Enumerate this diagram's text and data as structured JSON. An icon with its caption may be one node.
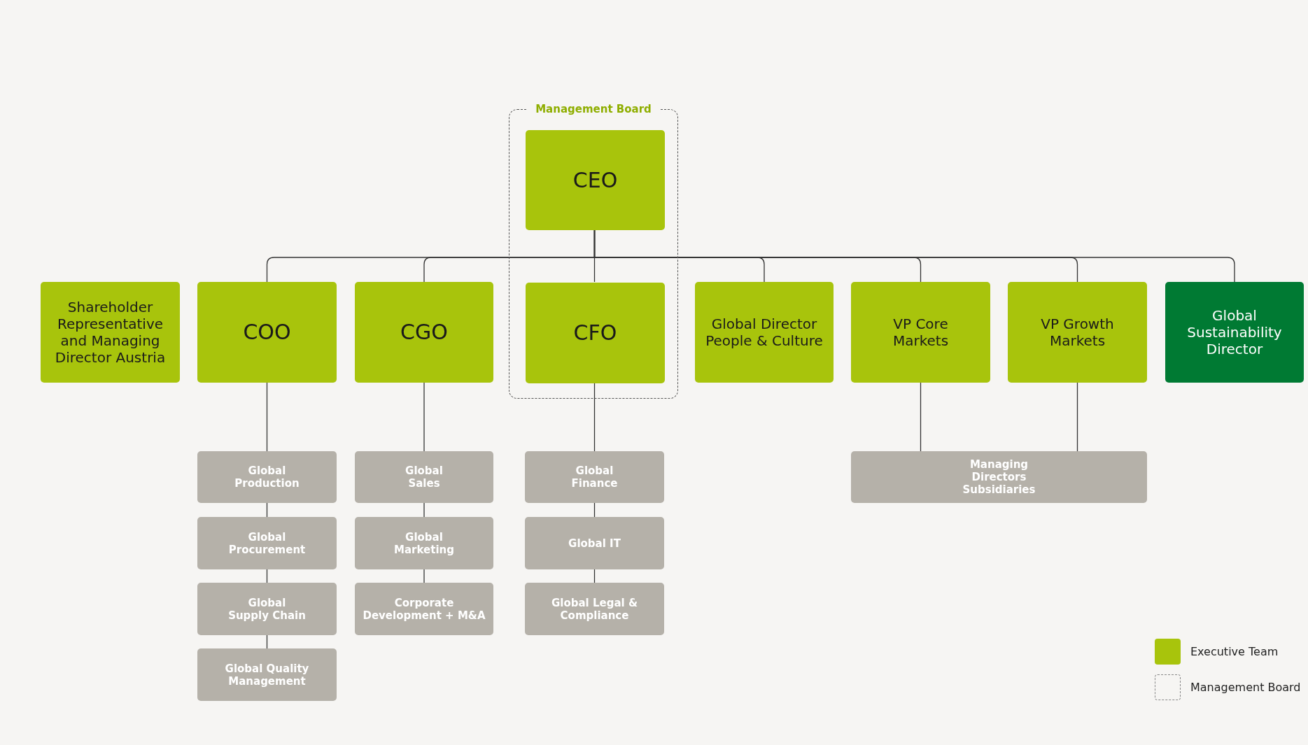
{
  "diagram": {
    "nodes": [
      {
        "text": [
          "Management Board"
        ]
      },
      {
        "text": [
          "CEO"
        ],
        "in": 0
      },
      {
        "text": [
          "Shareholder Representative and Managing Director Austria"
        ]
      },
      {
        "text": [
          "COO"
        ]
      },
      {
        "text": [
          "CGO"
        ]
      },
      {
        "text": [
          "CFO"
        ],
        "in": 0
      },
      {
        "text": [
          "Global Director People & Culture"
        ]
      },
      {
        "text": [
          "VP Core Markets"
        ]
      },
      {
        "text": [
          "VP Growth Markets"
        ]
      },
      {
        "text": [
          "Global Sustainability Director"
        ]
      },
      {
        "text": [
          "Global Production"
        ]
      },
      {
        "text": [
          "Global Sales"
        ]
      },
      {
        "text": [
          "Global Finance"
        ]
      },
      {
        "text": [
          "Managing Directors Subsidiaries"
        ]
      },
      {
        "text": [
          "Global Procurement"
        ]
      },
      {
        "text": [
          "Global Marketing"
        ]
      },
      {
        "text": [
          "Global IT"
        ]
      },
      {
        "text": [
          "Global Supply Chain"
        ]
      },
      {
        "text": [
          "Corporate Development + M&A"
        ]
      },
      {
        "text": [
          "Global Legal & Compliance"
        ]
      },
      {
        "text": [
          "Global Quality Management"
        ]
      }
    ],
    "edges": [
      {
        "from": 1,
        "to": 3,
        "arrow": "none"
      },
      {
        "from": 1,
        "to": 4,
        "arrow": "none"
      },
      {
        "from": 1,
        "to": 5,
        "arrow": "none"
      },
      {
        "from": 1,
        "to": 6,
        "arrow": "none"
      },
      {
        "from": 1,
        "to": 7,
        "arrow": "none"
      },
      {
        "from": 1,
        "to": 8,
        "arrow": "none"
      },
      {
        "from": 1,
        "to": 9,
        "arrow": "none"
      },
      {
        "from": 3,
        "to": 10,
        "arrow": "none"
      },
      {
        "from": 10,
        "to": 14,
        "arrow": "none"
      },
      {
        "from": 14,
        "to": 17,
        "arrow": "none"
      },
      {
        "from": 17,
        "to": 20,
        "arrow": "none"
      },
      {
        "from": 4,
        "to": 11,
        "arrow": "none"
      },
      {
        "from": 11,
        "to": 15,
        "arrow": "none"
      },
      {
        "from": 15,
        "to": 18,
        "arrow": "none"
      },
      {
        "from": 5,
        "to": 12,
        "arrow": "none"
      },
      {
        "from": 12,
        "to": 16,
        "arrow": "none"
      },
      {
        "from": 16,
        "to": 19,
        "arrow": "none"
      },
      {
        "from": 7,
        "to": 13,
        "arrow": "none"
      },
      {
        "from": 8,
        "to": 13,
        "arrow": "none"
      }
    ],
    "legend": [
      {
        "text": "Executive Team",
        "color": "#a8c40c"
      },
      {
        "text": "Management Board"
      }
    ]
  }
}
